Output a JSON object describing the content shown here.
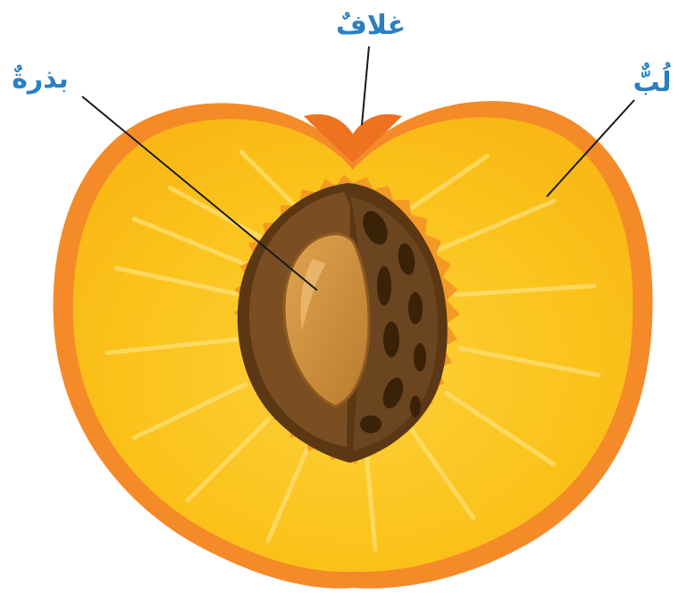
{
  "labels": {
    "pericarp": "غلافٌ",
    "seed": "بذرةٌ",
    "pulp": "لُبٌّ"
  },
  "colors": {
    "label_text": "#2a7fc3",
    "leader_line": "#1a1a1a",
    "skin": "#f58a28",
    "skin_top": "#ef7a22",
    "flesh": "#fbc21a",
    "flesh_light": "#fcd64a",
    "stone_outer": "#5b3714",
    "stone_shell": "#7a4e22",
    "seed_kernel": "#c98a3a"
  },
  "icons": {
    "diagram": "peach-cross-section"
  }
}
